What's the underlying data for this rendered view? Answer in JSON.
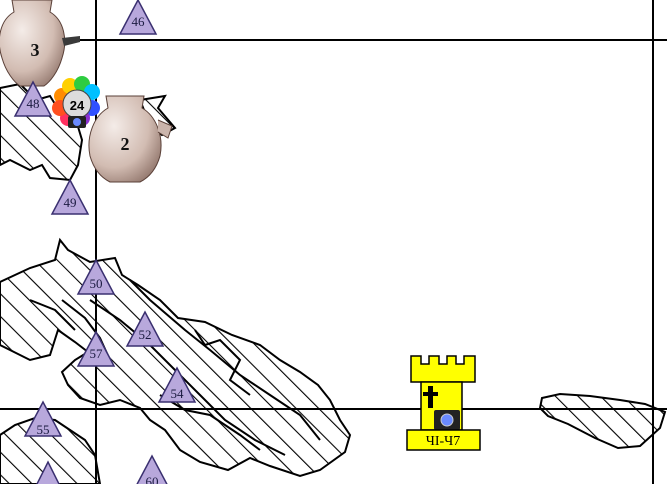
{
  "colors": {
    "background": "#ffffff",
    "grid": "#000000",
    "hatch": "#000000",
    "triangle_fill": "#b8a8dc",
    "triangle_stroke": "#3a3070",
    "tower_fill": "#ffff00",
    "vase_fill": "#d9c8c0"
  },
  "triangle_markers": [
    {
      "label": "46",
      "icon": "triangle-marker-icon"
    },
    {
      "label": "48",
      "icon": "triangle-marker-icon"
    },
    {
      "label": "49",
      "icon": "triangle-marker-icon"
    },
    {
      "label": "50",
      "icon": "triangle-marker-icon"
    },
    {
      "label": "52",
      "icon": "triangle-marker-icon"
    },
    {
      "label": "57",
      "icon": "triangle-marker-icon"
    },
    {
      "label": "54",
      "icon": "triangle-marker-icon"
    },
    {
      "label": "55",
      "icon": "triangle-marker-icon"
    },
    {
      "label": "60",
      "icon": "triangle-marker-icon"
    }
  ],
  "vase_markers": [
    {
      "label": "3",
      "icon": "vase-icon"
    },
    {
      "label": "2",
      "icon": "vase-icon"
    }
  ],
  "flower_marker": {
    "label": "24",
    "icon": "flower-badge-icon"
  },
  "tower_marker": {
    "label": "ЧІ-Ч7",
    "icon": "castle-tower-icon"
  }
}
